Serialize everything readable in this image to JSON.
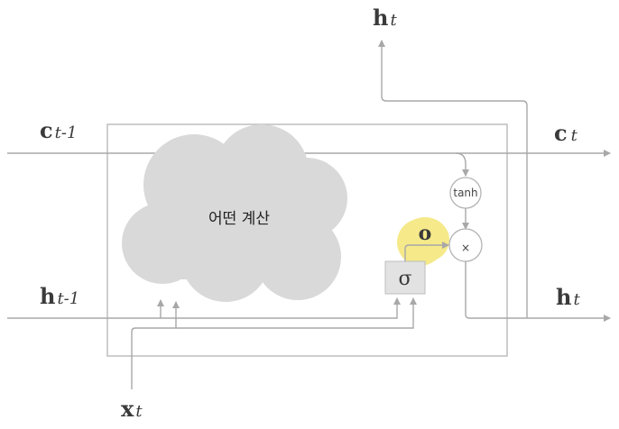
{
  "labels": {
    "c_prev_main": "c",
    "c_prev_sub": "t-1",
    "h_prev_main": "h",
    "h_prev_sub": "t-1",
    "x_main": "x",
    "x_sub": "t",
    "h_top_main": "h",
    "h_top_sub": "t",
    "c_out_main": "c",
    "c_out_sub": "t",
    "h_out_main": "h",
    "h_out_sub": "t"
  },
  "cloud_text": "어떤 계산",
  "tanh_label": "tanh",
  "times_label": "×",
  "sigma_label": "σ",
  "output_gate_label": "o",
  "colors": {
    "line": "#a8a8a8",
    "cloud": "#d9d9d9",
    "highlight": "#f5e98a",
    "sigma_box": "#e2e2e2"
  }
}
